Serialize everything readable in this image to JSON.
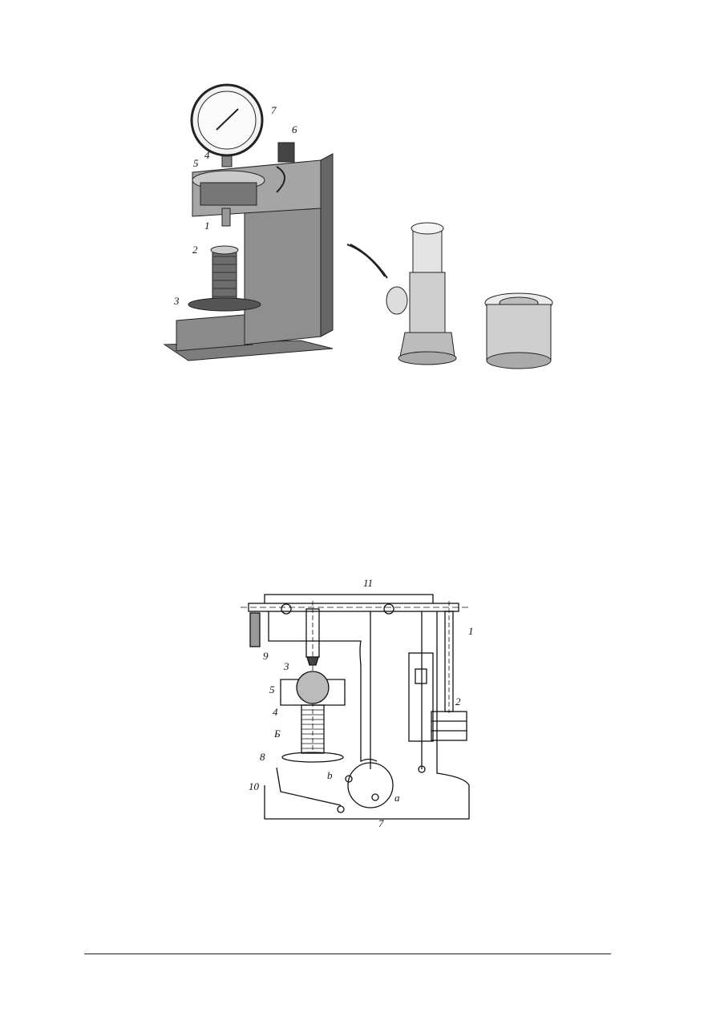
{
  "photo_figure": {
    "callouts": [
      "7",
      "6",
      "4",
      "5",
      "1",
      "2",
      "3"
    ]
  },
  "schematic_figure": {
    "callouts": [
      "11",
      "1",
      "9",
      "3",
      "5",
      "4",
      "2",
      "Б",
      "8",
      "b",
      "10",
      "a",
      "7"
    ]
  }
}
